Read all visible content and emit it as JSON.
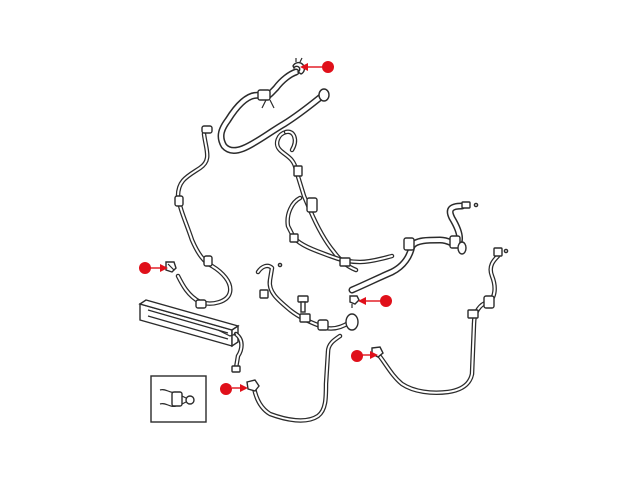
{
  "diagram": {
    "kind": "exploded parts view",
    "colors": {
      "line_art": "#2b2b2b",
      "callout": "#e0101a",
      "background": "#ffffff"
    },
    "callouts": [
      {
        "id": "callout-top-clamp",
        "direction": "left"
      },
      {
        "id": "callout-left-clamp",
        "direction": "right"
      },
      {
        "id": "callout-center-clip",
        "direction": "left"
      },
      {
        "id": "callout-right-clamp",
        "direction": "right"
      },
      {
        "id": "callout-lower-clamp",
        "direction": "right"
      }
    ],
    "icons": [
      "hose-clamp-icon",
      "retainer-clip-icon",
      "bolt-icon",
      "cooler-icon",
      "inset-detail-icon"
    ]
  }
}
